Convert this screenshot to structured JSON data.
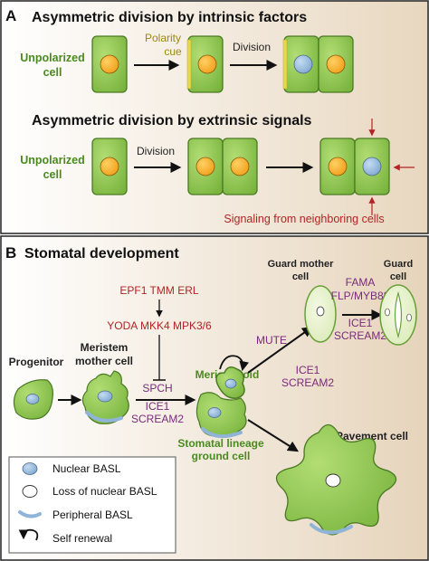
{
  "panel_a": {
    "label": "A",
    "row1_title": "Asymmetric division by intrinsic factors",
    "row1_unpolarized_line1": "Unpolarized",
    "row1_unpolarized_line2": "cell",
    "polarity_line1": "Polarity",
    "polarity_line2": "cue",
    "division_label_1": "Division",
    "row2_title": "Asymmetric division by extrinsic signals",
    "row2_unpolarized_line1": "Unpolarized",
    "row2_unpolarized_line2": "cell",
    "division_label_2": "Division",
    "signaling_label": "Signaling from neighboring cells"
  },
  "panel_b": {
    "label": "B",
    "title": "Stomatal development",
    "epf_tmm_erl": "EPF1 TMM ERL",
    "yoda_mkk_mpk": "YODA MKK4 MPK3/6",
    "spch": "SPCH",
    "ice1_a": "ICE1",
    "scream2_a": "SCREAM2",
    "progenitor": "Progenitor",
    "meristem_line1": "Meristem",
    "meristem_line2": "mother cell",
    "meristemoid": "Meristemoid",
    "stomatal_line1": "Stomatal lineage",
    "stomatal_line2": "ground cell",
    "mute": "MUTE",
    "ice1_b": "ICE1",
    "scream2_b": "SCREAM2",
    "gmc_line1": "Guard mother",
    "gmc_line2": "cell",
    "fama": "FAMA",
    "flp_myb88": "FLP/MYB88",
    "ice1_c": "ICE1",
    "scream2_c": "SCREAM2",
    "guard_line1": "Guard",
    "guard_line2": "cell",
    "pavement": "Pavement cell"
  },
  "legend": {
    "nuclear_basl": "Nuclear BASL",
    "loss_basl": "Loss of nuclear BASL",
    "peripheral_basl": "Peripheral BASL",
    "self_renewal": "Self renewal"
  },
  "colors": {
    "cell_fill": "#8cc850",
    "cell_stroke": "#4a7a22",
    "nucleus_orange": "#f4a41c",
    "nucleus_blue": "#8fb4d8",
    "polarity_yellow": "#e8d84a",
    "green_text": "#4a8a1e",
    "purple_text": "#7a2a7a",
    "red_text": "#b02424",
    "olive_text": "#9a8a10"
  }
}
